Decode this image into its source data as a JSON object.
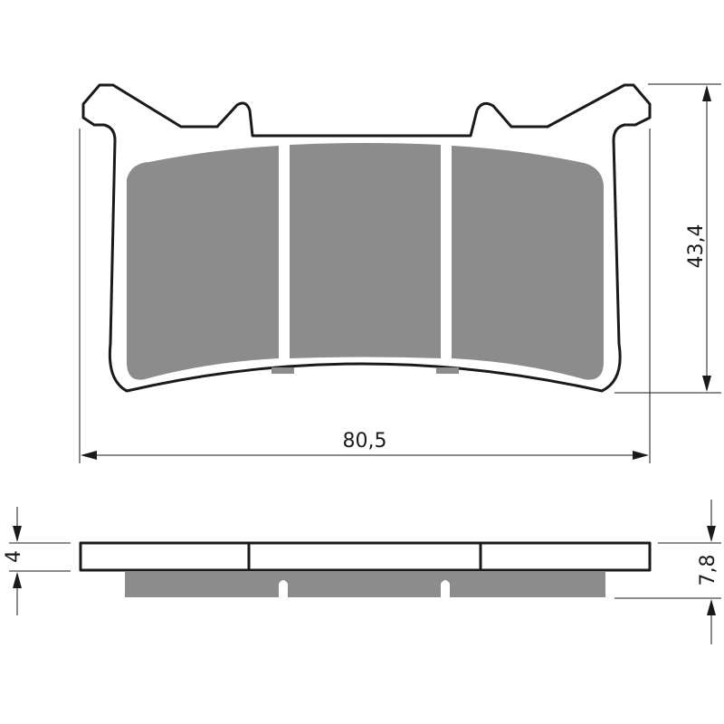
{
  "drawing": {
    "dimensions": {
      "width": "80,5",
      "height": "43,4",
      "backing_thickness": "4",
      "total_thickness": "7,8"
    },
    "colors": {
      "friction_material": "#8c8c8c",
      "outline": "#1a1a1a",
      "backing_plate": "#ffffff"
    }
  }
}
